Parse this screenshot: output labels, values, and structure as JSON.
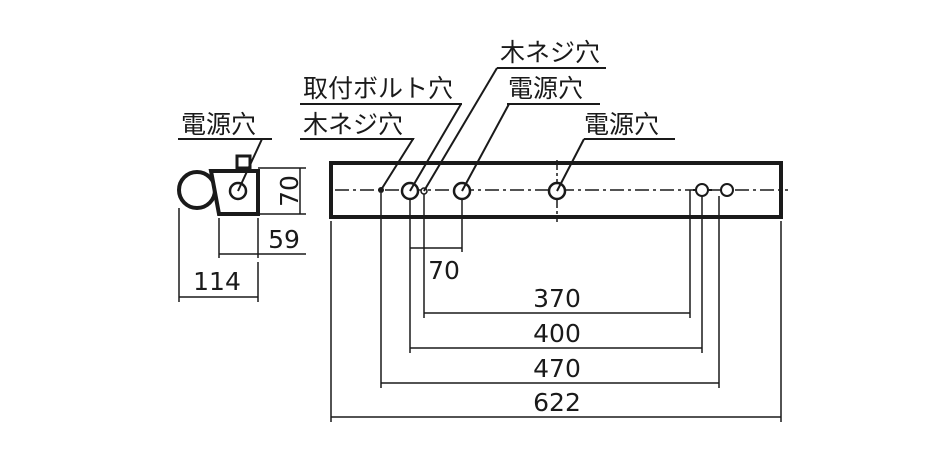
{
  "labels": {
    "power_hole_side": "電源穴",
    "mount_bolt_hole": "取付ボルト穴",
    "wood_screw_hole_left": "木ネジ穴",
    "wood_screw_hole_top": "木ネジ穴",
    "power_hole_mid": "電源穴",
    "power_hole_right": "電源穴"
  },
  "dimensions": {
    "side_height": "70",
    "side_depth": "59",
    "side_total": "114",
    "pitch_70": "70",
    "span_370": "370",
    "span_400": "400",
    "span_470": "470",
    "span_622": "622"
  }
}
